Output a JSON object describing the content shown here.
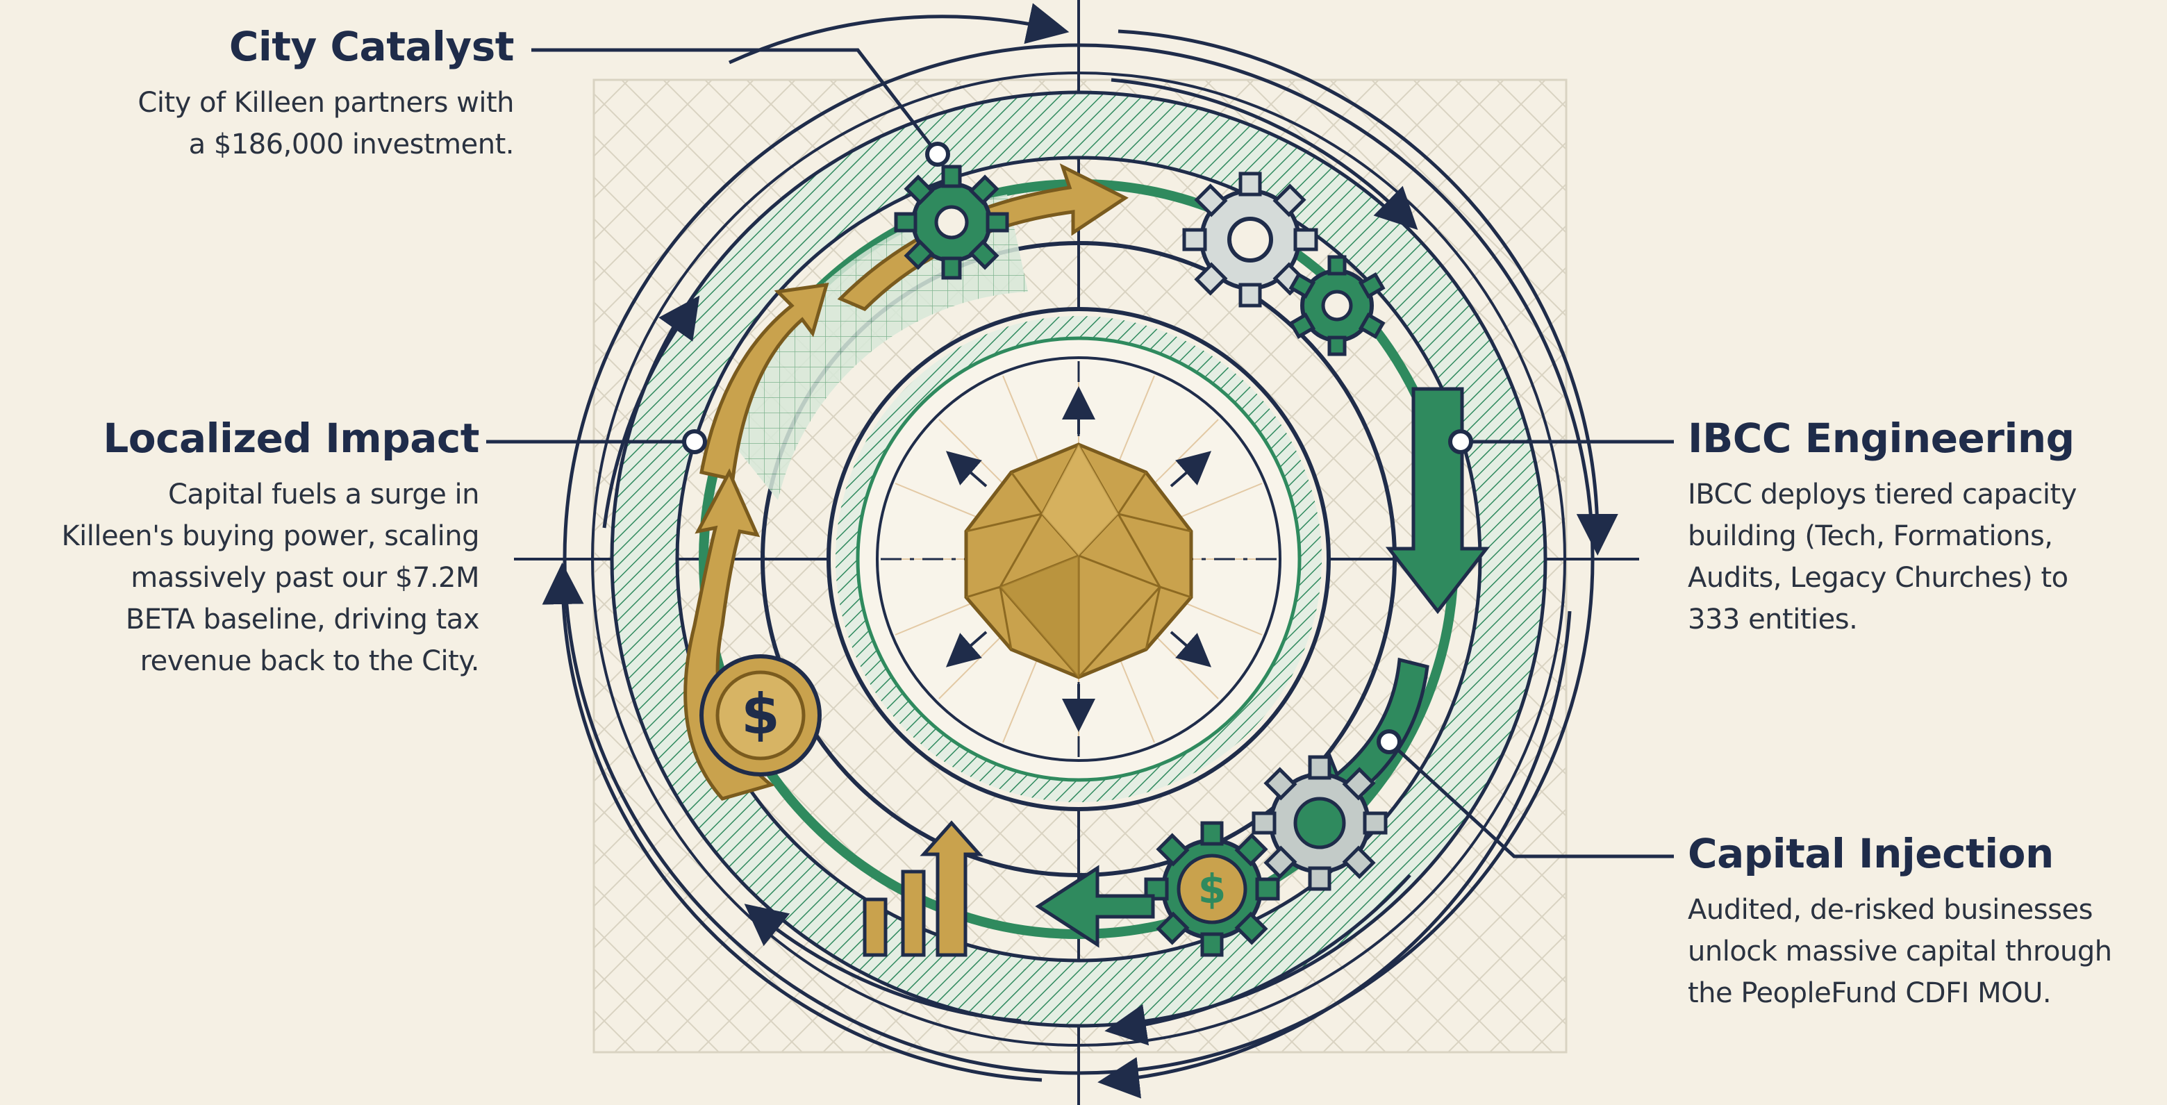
{
  "colors": {
    "background": "#f5f0e4",
    "navy": "#1f2c4a",
    "green": "#2f8a5e",
    "light_green": "#cfe5d2",
    "gold": "#c9a24d",
    "dark_gold": "#8d6a22"
  },
  "callouts": {
    "city_catalyst": {
      "title": "City Catalyst",
      "lines": [
        "City of Killeen partners with",
        "a $186,000 investment."
      ]
    },
    "localized_impact": {
      "title": "Localized Impact",
      "lines": [
        "Capital fuels a surge in",
        "Killeen's buying power, scaling",
        "massively past our $7.2M",
        "BETA baseline, driving tax",
        "revenue back to the City."
      ]
    },
    "ibcc_engineering": {
      "title": "IBCC Engineering",
      "lines": [
        "IBCC deploys tiered capacity",
        "building (Tech, Formations,",
        "Audits, Legacy Churches) to",
        "333 entities."
      ]
    },
    "capital_injection": {
      "title": "Capital Injection",
      "lines": [
        "Audited, de-risked businesses",
        "unlock massive capital through",
        "the PeopleFund CDFI MOU."
      ]
    }
  },
  "icons": {
    "center": "golden-polyhedron-icon",
    "gears": "gear-icon",
    "dollar_coin": "dollar-coin-icon",
    "dollar_gear": "dollar-gear-icon",
    "bar_chart": "bar-chart-icon"
  },
  "symbols": {
    "dollar": "$"
  }
}
